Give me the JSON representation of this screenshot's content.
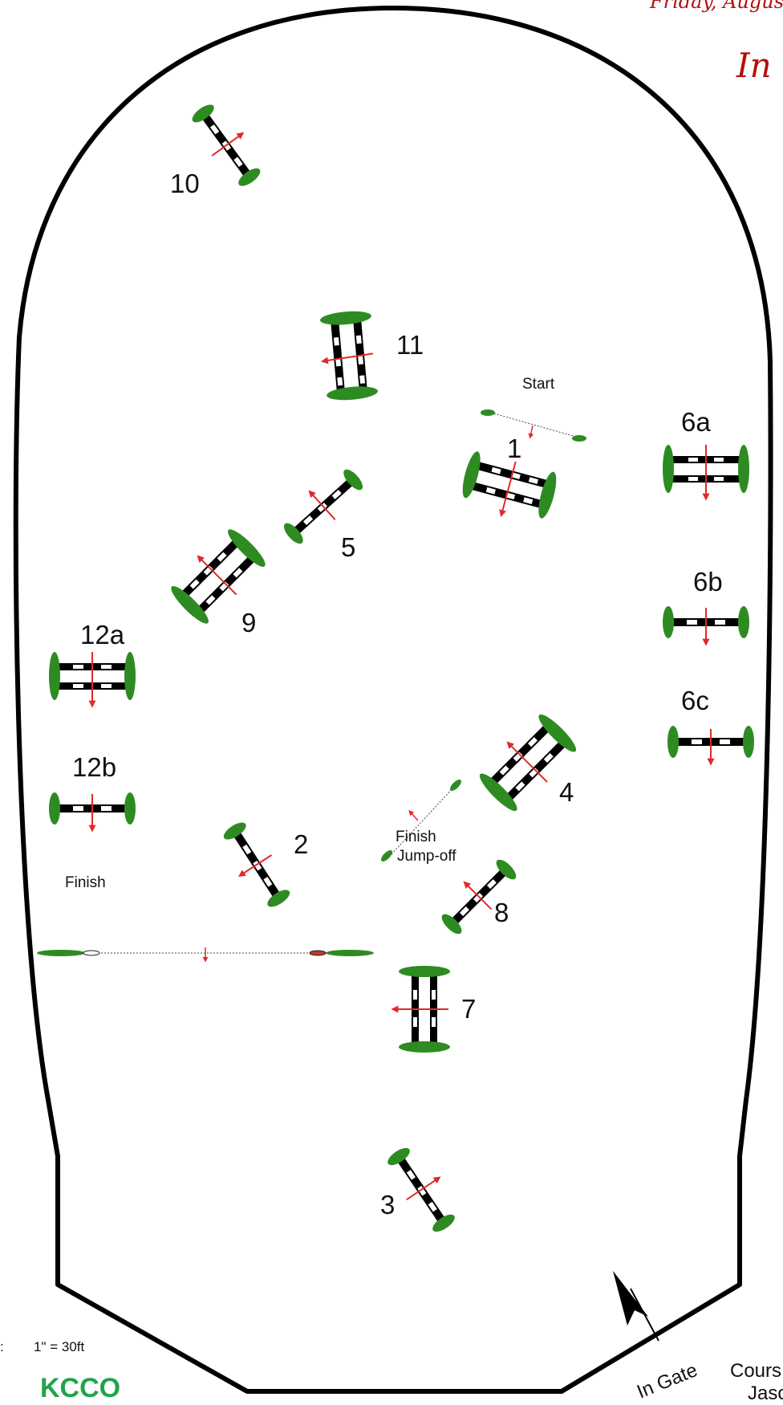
{
  "header": {
    "date_text": "Friday, Augus",
    "event_text": "In"
  },
  "scale": {
    "prefix": ":",
    "value": "1\" = 30ft"
  },
  "org": {
    "name": "KCCO"
  },
  "gate": {
    "label": "In Gate"
  },
  "designer": {
    "line1": "Cours",
    "line2": "Jaso"
  },
  "markers": {
    "start": "Start",
    "finish": "Finish",
    "finish_jumpoff_line1": "Finish",
    "finish_jumpoff_line2": "Jump-off"
  },
  "fences": {
    "f1": "1",
    "f2": "2",
    "f3": "3",
    "f4": "4",
    "f5": "5",
    "f6a": "6a",
    "f6b": "6b",
    "f6c": "6c",
    "f7": "7",
    "f8": "8",
    "f9": "9",
    "f10": "10",
    "f11": "11",
    "f12a": "12a",
    "f12b": "12b"
  },
  "colors": {
    "arena": "#000000",
    "foliage": "#2e8b22",
    "arrow": "#e02a2a",
    "header_text": "#b50d0d",
    "brand": "#22a34a"
  }
}
